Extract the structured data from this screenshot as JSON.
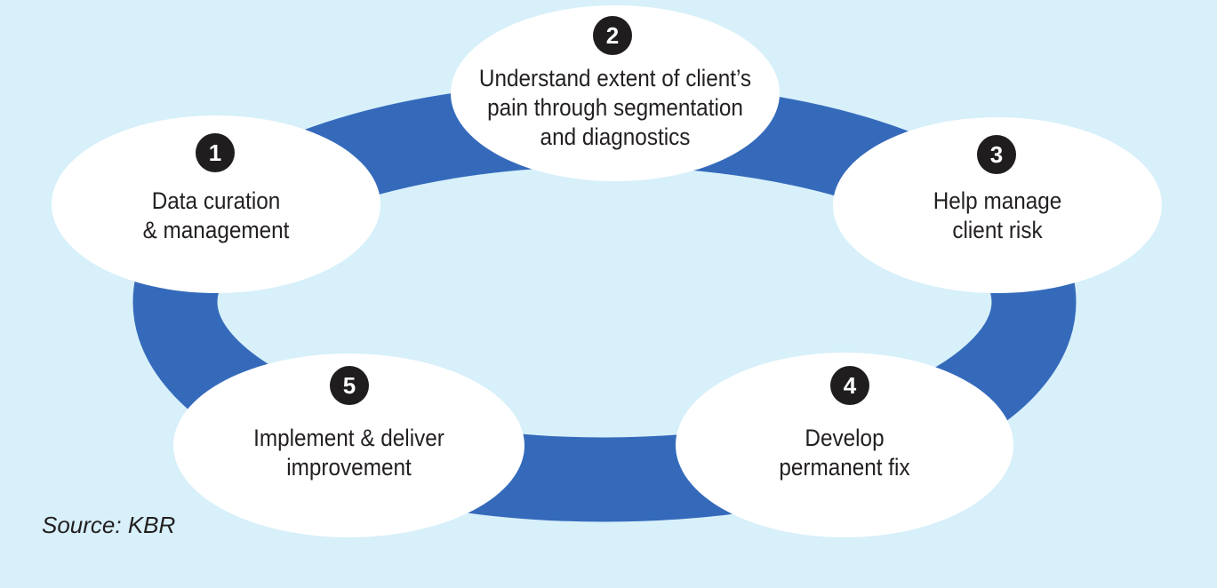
{
  "colors": {
    "background": "#d7f0fa",
    "ring": "#356abb",
    "node_fill": "#ffffff",
    "badge_fill": "#1f1d1e"
  },
  "steps": [
    {
      "number": "1",
      "label": "Data curation\n& management"
    },
    {
      "number": "2",
      "label": "Understand extent of client’s\npain through segmentation\nand diagnostics"
    },
    {
      "number": "3",
      "label": "Help manage\nclient risk"
    },
    {
      "number": "4",
      "label": "Develop\npermanent fix"
    },
    {
      "number": "5",
      "label": "Implement & deliver\nimprovement"
    }
  ],
  "source": "Source: KBR"
}
